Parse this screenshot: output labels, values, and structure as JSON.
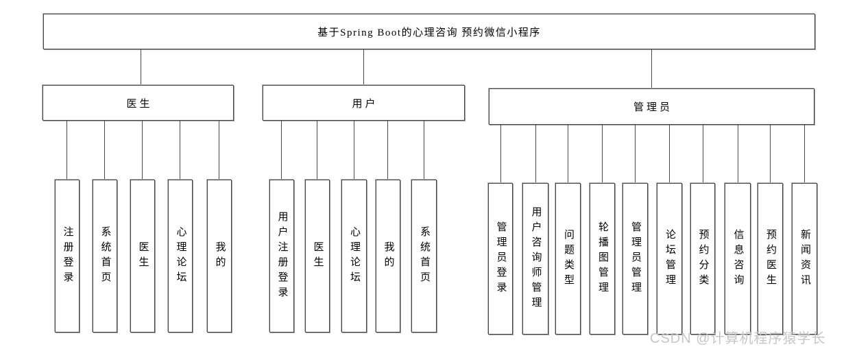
{
  "diagram": {
    "title": "基于Spring Boot的心理咨询 预约微信小程序",
    "branches": [
      {
        "label": "医生",
        "children": [
          "注册登录",
          "系统首页",
          "医生",
          "心理论坛",
          "我的"
        ]
      },
      {
        "label": "用户",
        "children": [
          "用户注册登录",
          "医生",
          "心理论坛",
          "我的",
          "系统首页"
        ]
      },
      {
        "label": "管理员",
        "children": [
          "管理员登录",
          "用户咨询师管理",
          "问题类型",
          "轮播图管理",
          "管理员管理",
          "论坛管理",
          "预约分类",
          "信息咨询",
          "预约医生",
          "新闻资讯"
        ]
      }
    ]
  },
  "watermark": "CSDN @计算机程序猿学长",
  "colors": {
    "background": "#ffffff",
    "border": "#474747",
    "line": "#474747",
    "text": "#000000",
    "watermark_text": "#c6c6c6"
  }
}
